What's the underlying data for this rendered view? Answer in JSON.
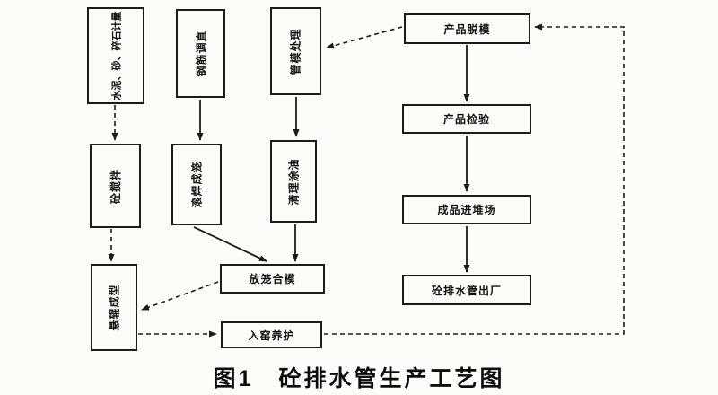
{
  "figure": {
    "caption": "图1　砼排水管生产工艺图",
    "ink_color": "#1c1c1c",
    "paper_color": "#fcfcfa"
  },
  "nodes": {
    "metering": {
      "label": "水泥、砂、碎石计量",
      "orientation": "vertical"
    },
    "mixing": {
      "label": "砼搅拌",
      "orientation": "vertical"
    },
    "forming": {
      "label": "悬辊成型",
      "orientation": "vertical"
    },
    "rebar_straightening": {
      "label": "钢筋调直",
      "orientation": "vertical"
    },
    "cage_welding": {
      "label": "滚焊成笼",
      "orientation": "vertical"
    },
    "mold_treatment": {
      "label": "管模处理",
      "orientation": "vertical"
    },
    "mold_cleaning": {
      "label": "清理涂油",
      "orientation": "vertical"
    },
    "cage_mold_closing": {
      "label": "放笼合模",
      "orientation": "horizontal"
    },
    "kiln_curing": {
      "label": "入窑养护",
      "orientation": "horizontal"
    },
    "demolding": {
      "label": "产品脱模",
      "orientation": "horizontal"
    },
    "inspection": {
      "label": "产品检验",
      "orientation": "horizontal"
    },
    "stockyard": {
      "label": "成品进堆场",
      "orientation": "horizontal"
    },
    "delivery": {
      "label": "砼排水管出厂",
      "orientation": "horizontal"
    }
  },
  "edges": [
    {
      "from": "metering",
      "to": "mixing",
      "style": "dashed"
    },
    {
      "from": "mixing",
      "to": "forming",
      "style": "dashed"
    },
    {
      "from": "rebar_straightening",
      "to": "cage_welding",
      "style": "solid"
    },
    {
      "from": "mold_treatment",
      "to": "mold_cleaning",
      "style": "solid"
    },
    {
      "from": "cage_welding",
      "to": "cage_mold_closing",
      "style": "solid"
    },
    {
      "from": "mold_cleaning",
      "to": "cage_mold_closing",
      "style": "solid"
    },
    {
      "from": "demolding",
      "to": "mold_treatment",
      "style": "dashed"
    },
    {
      "from": "cage_mold_closing",
      "to": "forming",
      "style": "dashed"
    },
    {
      "from": "forming",
      "to": "kiln_curing",
      "style": "dashed"
    },
    {
      "from": "kiln_curing",
      "to": "demolding",
      "style": "dashed"
    },
    {
      "from": "demolding",
      "to": "inspection",
      "style": "solid"
    },
    {
      "from": "inspection",
      "to": "stockyard",
      "style": "solid"
    },
    {
      "from": "stockyard",
      "to": "delivery",
      "style": "solid"
    }
  ]
}
